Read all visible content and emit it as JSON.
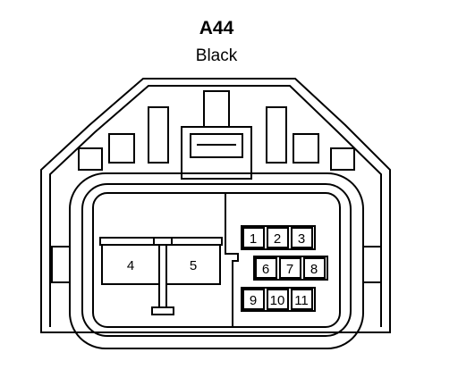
{
  "connector": {
    "id": "A44",
    "color": "Black"
  },
  "cavities": [
    {
      "pin": "1"
    },
    {
      "pin": "2"
    },
    {
      "pin": "3"
    },
    {
      "pin": "4"
    },
    {
      "pin": "5"
    },
    {
      "pin": "6"
    },
    {
      "pin": "7"
    },
    {
      "pin": "8"
    },
    {
      "pin": "9"
    },
    {
      "pin": "10"
    },
    {
      "pin": "11"
    }
  ]
}
